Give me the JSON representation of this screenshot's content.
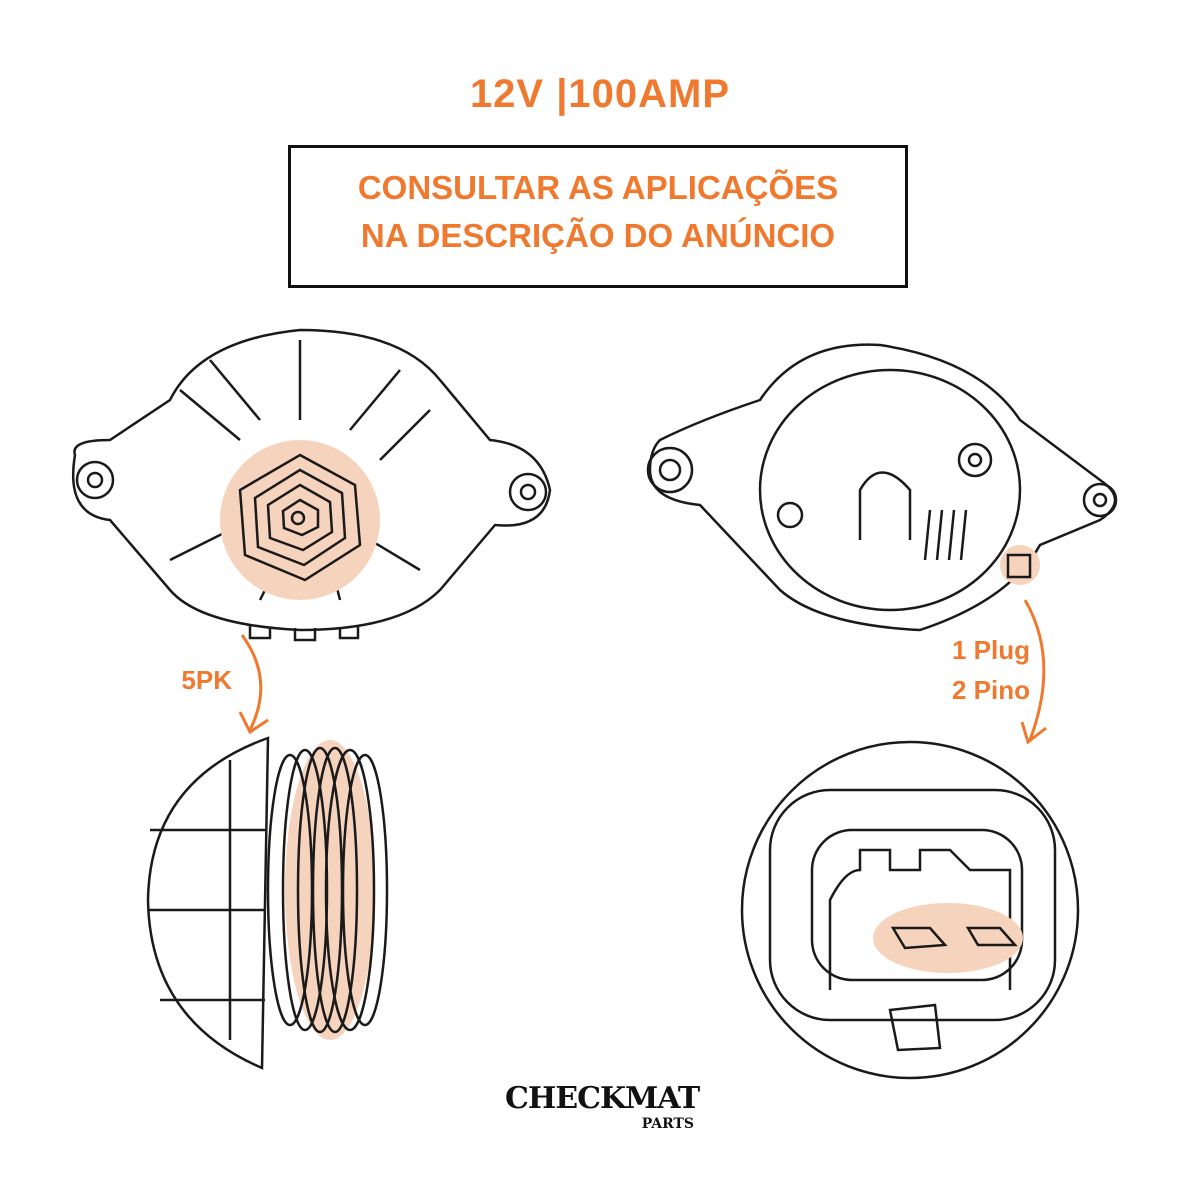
{
  "header": {
    "title": "12V  |100AMP"
  },
  "notice": {
    "line1": "CONSULTAR AS APLICAÇÕES",
    "line2": "NA DESCRIÇÃO DO ANÚNCIO"
  },
  "labels": {
    "pulley": "5PK",
    "plug_line1": "1 Plug",
    "plug_line2": "2 Pino"
  },
  "brand": {
    "name": "CHECKMAT",
    "sub": "PARTS"
  },
  "colors": {
    "accent": "#ef7a2f",
    "highlight": "#f6d3bd"
  }
}
